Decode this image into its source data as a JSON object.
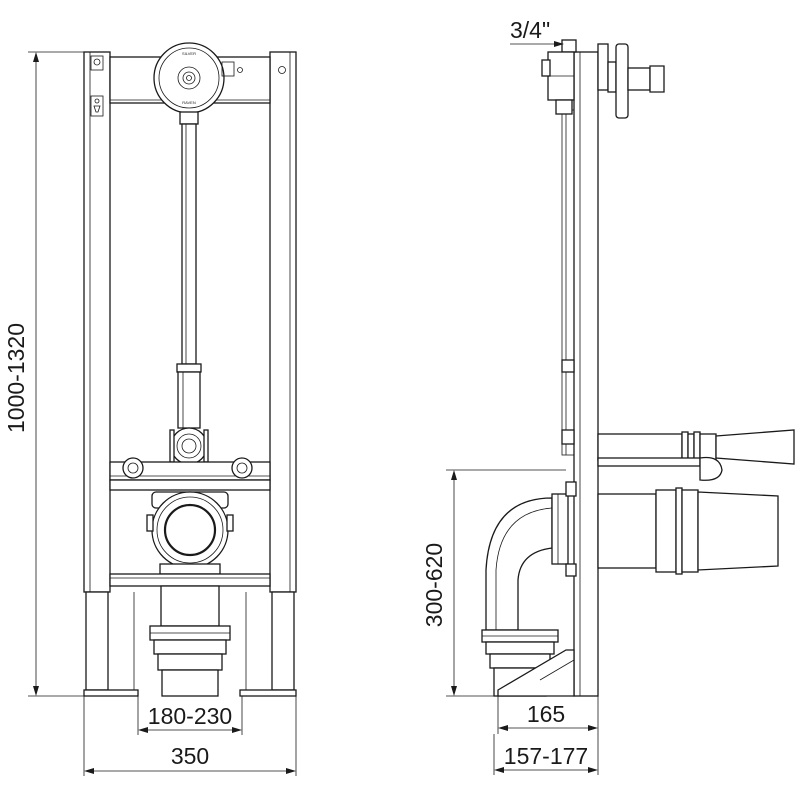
{
  "dimensions": {
    "total_height": "1000-1320",
    "drain_spacing": "180-230",
    "frame_width": "350",
    "drain_height": "300-620",
    "depth": "165",
    "depth_range": "157-177",
    "inlet_size": "3/4\""
  }
}
